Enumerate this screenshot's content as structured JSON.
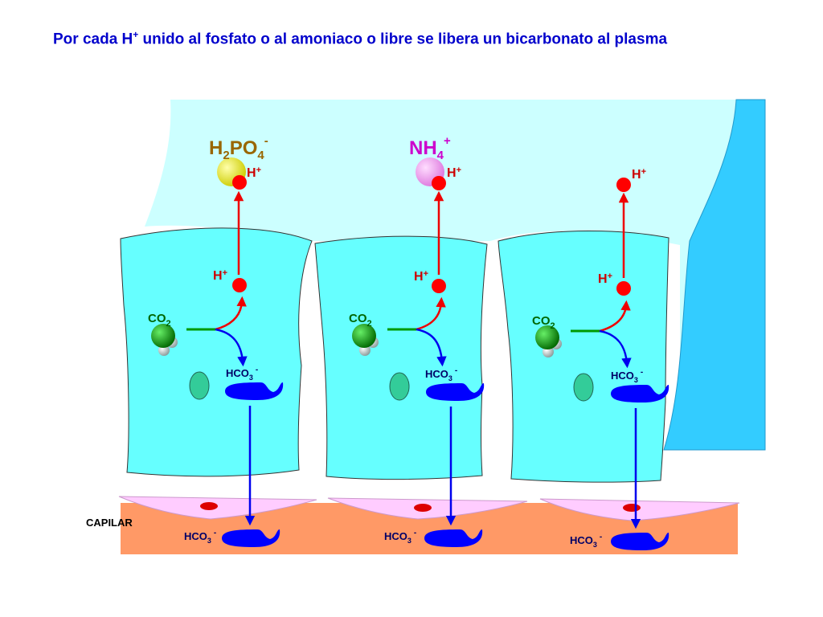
{
  "title": {
    "before": "Por cada H",
    "sup": "+",
    "after": " unido al fosfato o al amoniaco o libre se libera un bicarbonato al plasma"
  },
  "labels": {
    "phosphate_main": "H",
    "phosphate_sub1": "2",
    "phosphate_mid": "PO",
    "phosphate_sub2": "4",
    "phosphate_sup": "-",
    "ammonium_main": "NH",
    "ammonium_sub": "4",
    "ammonium_sup": "+",
    "h_main": "H",
    "h_sup": "+",
    "co2_main": "CO",
    "co2_sub": "2",
    "hco3_main": "HCO",
    "hco3_sub": "3",
    "hco3_sup": "-",
    "capilar": "CAPILAR"
  },
  "colors": {
    "title": "#0000cc",
    "lumen": "#ccffff",
    "cell": "#66ffff",
    "membrane_right": "#33ccff",
    "capillary": "#ff9966",
    "endothelium": "#ffccff",
    "proton": "#ff0000",
    "bicarbonate": "#0000ff",
    "co2": "#009900",
    "phosphate": "#dddd00",
    "ammonium": "#ff99ff",
    "label_dark": "#000066"
  }
}
